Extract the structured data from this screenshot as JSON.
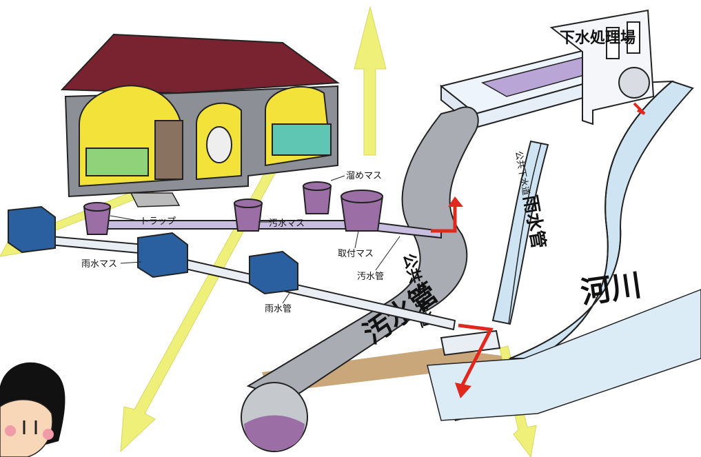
{
  "labels": {
    "treatment_plant": "下水処理場",
    "trap": "トラップ",
    "tame_masu": "溜めマス",
    "osui_masu": "汚水マス",
    "toritsuke_masu": "取付マス",
    "osui_kan": "汚水管",
    "usui_masu": "雨水マス",
    "usui_kan": "雨水管",
    "public_sewer_label": "公共下水道",
    "sewage_pipe_big": "汚水管",
    "public_storm_label": "公共下水道",
    "storm_pipe_big": "雨水管",
    "river": "河川"
  },
  "colors": {
    "roof": "#7a2330",
    "house_wall": "#8c8f96",
    "room_yellow": "#f3e23a",
    "masu_purple": "#9b6fa6",
    "masu_blue": "#2a5fa0",
    "pipe_gray": "#a9acb2",
    "river_blue": "#cfe4f2",
    "arrow_yellow": "#eef07a",
    "flow_red": "#e0281e"
  }
}
